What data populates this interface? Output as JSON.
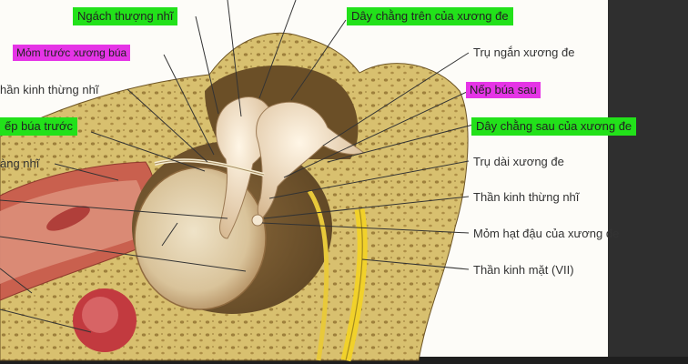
{
  "labels": {
    "ngach_thuong_nhi": "Ngách thượng nhĩ",
    "day_chang_tren": "Dây chằng trên của xương đe",
    "mom_truoc_xuong_bua": "Mỏm trước xương búa",
    "tru_ngan_xuong_de": "Trụ ngắn xương đe",
    "than_kinh_thung_nhi_left": "hần kinh thừng nhĩ",
    "nep_bua_sau": "Nếp búa sau",
    "nep_bua_truoc": "ếp búa trước",
    "day_chang_sau": "Dây chằng sau của xương đe",
    "mang_nhi": "àng nhĩ",
    "tru_dai_xuong_de": "Trụ dài xương đe",
    "than_kinh_thung_nhi_right": "Thần kinh thừng nhĩ",
    "mom_hat_dau": "Mỏm hạt đậu của xương đe",
    "than_kinh_mat": "Thần kinh mặt (VII)"
  },
  "colors": {
    "green_highlight": "#22e11a",
    "magenta_highlight": "#e534e6",
    "bone": "#d9c27a",
    "tympanic_membrane": "#a97f56",
    "nerve": "#f1d12a"
  }
}
